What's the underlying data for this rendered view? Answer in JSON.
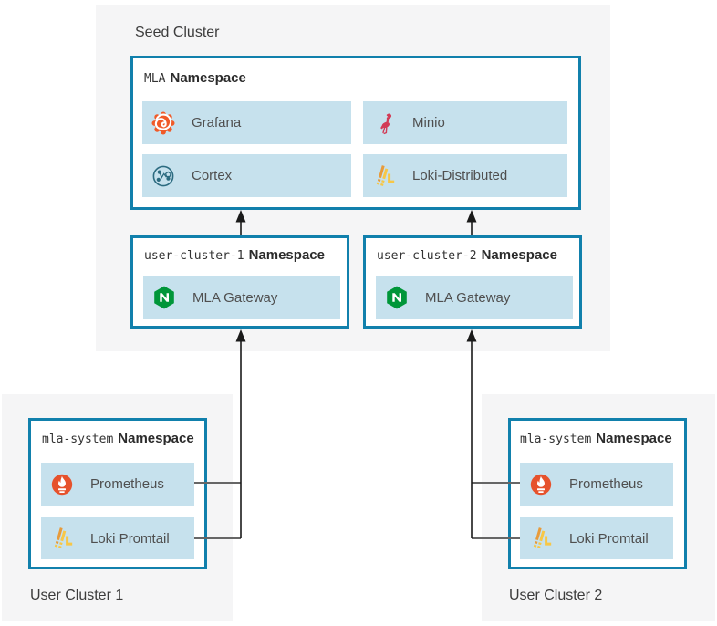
{
  "diagram": {
    "seed_cluster": {
      "title": "Seed Cluster",
      "mla_namespace": {
        "name": "MLA",
        "type_label": "Namespace",
        "components": [
          {
            "label": "Grafana",
            "icon": "grafana-icon"
          },
          {
            "label": "Minio",
            "icon": "minio-icon"
          },
          {
            "label": "Cortex",
            "icon": "cortex-icon"
          },
          {
            "label": "Loki-Distributed",
            "icon": "loki-icon"
          }
        ]
      },
      "user_cluster_namespaces": [
        {
          "name": "user-cluster-1",
          "type_label": "Namespace",
          "components": [
            {
              "label": "MLA Gateway",
              "icon": "nginx-icon"
            }
          ]
        },
        {
          "name": "user-cluster-2",
          "type_label": "Namespace",
          "components": [
            {
              "label": "MLA Gateway",
              "icon": "nginx-icon"
            }
          ]
        }
      ]
    },
    "user_clusters": [
      {
        "title": "User Cluster 1",
        "namespace": {
          "name": "mla-system",
          "type_label": "Namespace",
          "components": [
            {
              "label": "Prometheus",
              "icon": "prometheus-icon"
            },
            {
              "label": "Loki Promtail",
              "icon": "loki-icon"
            }
          ]
        }
      },
      {
        "title": "User Cluster 2",
        "namespace": {
          "name": "mla-system",
          "type_label": "Namespace",
          "components": [
            {
              "label": "Prometheus",
              "icon": "prometheus-icon"
            },
            {
              "label": "Loki Promtail",
              "icon": "loki-icon"
            }
          ]
        }
      }
    ],
    "colors": {
      "panel_bg": "#f5f5f6",
      "box_border": "#1180ac",
      "row_bg": "#c6e1ed",
      "grafana_orange": "#f05a28",
      "minio_red": "#d23b56",
      "cortex_teal": "#2c6b80",
      "loki_yellow": "#f7c747",
      "nginx_green": "#009639",
      "prometheus_orange": "#e6522c",
      "arrow": "#1a1a1a",
      "connector": "#666666"
    }
  }
}
